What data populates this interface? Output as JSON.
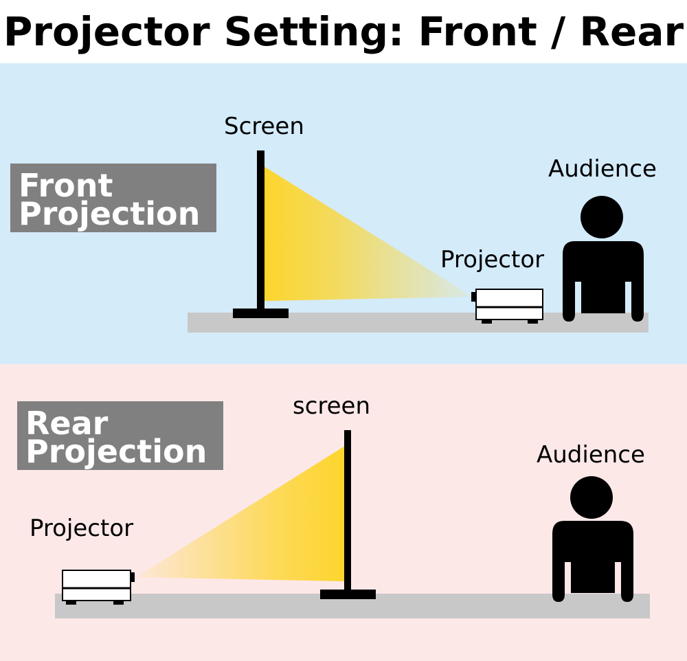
{
  "title": "Projector Setting: Front / Rear",
  "colors": {
    "front_background": "#d4ebfa",
    "rear_background": "#fde8e8",
    "badge_background": "#808080",
    "floor": "#c8c8c8",
    "light_beam": "#fdd52d",
    "silhouette": "#000000",
    "projector_body": "#ffffff"
  },
  "front": {
    "badge_line1": "Front",
    "badge_line2": "Projection",
    "screen_label": "Screen",
    "projector_label": "Projector",
    "audience_label": "Audience",
    "icons": [
      "screen-stand-icon",
      "light-beam-icon",
      "projector-icon",
      "person-icon"
    ]
  },
  "rear": {
    "badge_line1": "Rear",
    "badge_line2": "Projection",
    "screen_label": "screen",
    "projector_label": "Projector",
    "audience_label": "Audience",
    "icons": [
      "screen-stand-icon",
      "light-beam-icon",
      "projector-icon",
      "person-icon"
    ]
  }
}
